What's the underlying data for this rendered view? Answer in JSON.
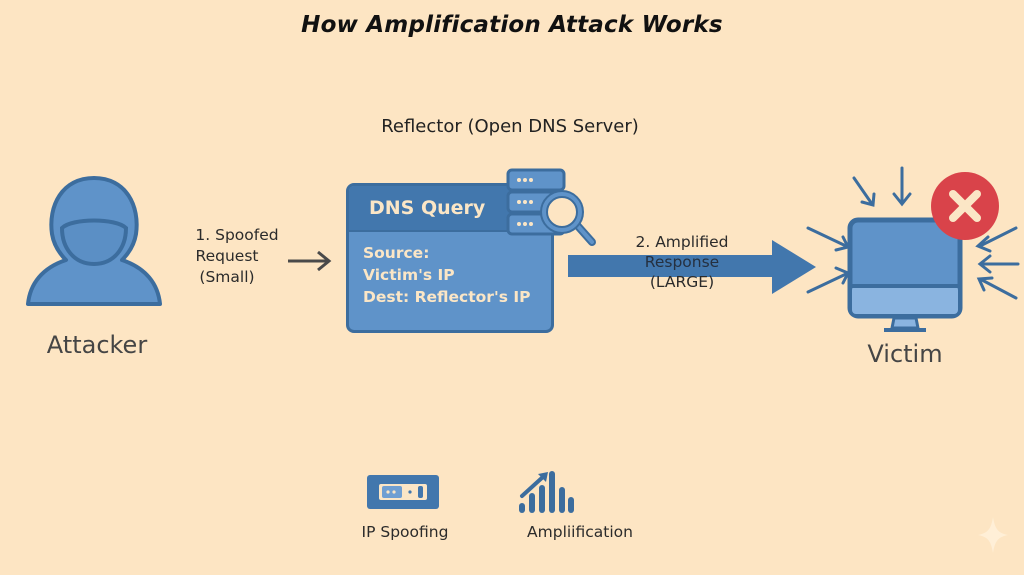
{
  "title": "How Amplification Attack Works",
  "reflector": {
    "title": "Reflector (Open DNS Server)",
    "card": {
      "header": "DNS Query",
      "lines": [
        "Source:",
        "Victim's IP",
        "Dest: Reflector's IP"
      ]
    }
  },
  "attacker": {
    "label": "Attacker"
  },
  "victim": {
    "label": "Victim"
  },
  "steps": {
    "step1": [
      "1. Spoofed",
      "Request",
      "(Small)"
    ],
    "step2": [
      "2. Amplified",
      "Response",
      "(LARGE)"
    ]
  },
  "legend": [
    {
      "icon": "ip-spoofing-card-icon",
      "label": "IP Spoofing"
    },
    {
      "icon": "amplification-bars-icon",
      "label": "Ampliification"
    }
  ],
  "colors": {
    "background": "#fde5c3",
    "primary_blue": "#5f93c9",
    "dark_blue": "#3c6d9e",
    "alert_red": "#d9434a"
  }
}
